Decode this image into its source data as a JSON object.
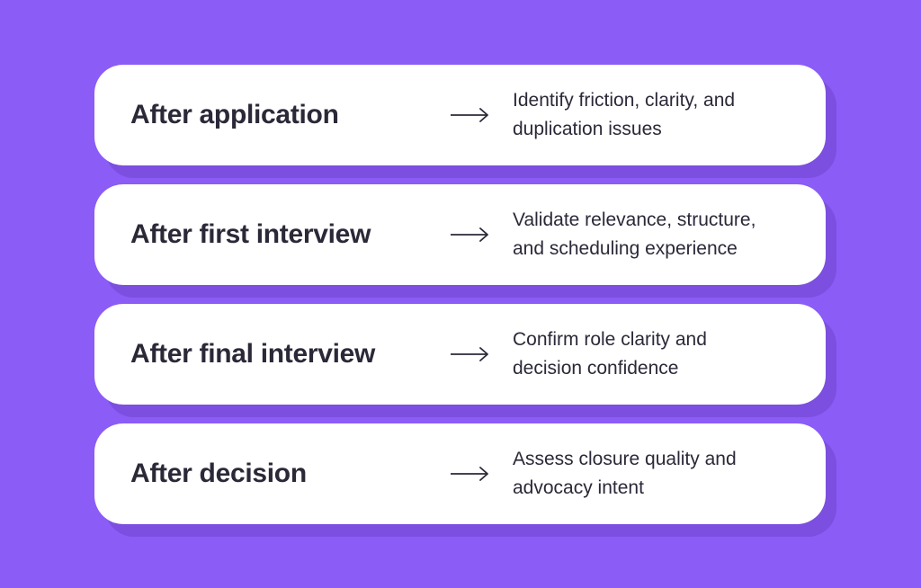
{
  "theme": {
    "background_color": "#8B5CF6",
    "card_color": "#FFFFFF",
    "shadow_color": "#7C4FE0",
    "text_color": "#2B2938"
  },
  "cards": [
    {
      "title": "After application",
      "arrow_icon": "long-right-arrow",
      "desc_line1": "Identify friction, clarity, and",
      "desc_line2": "duplication issues"
    },
    {
      "title": "After first interview",
      "arrow_icon": "long-right-arrow",
      "desc_line1": "Validate relevance, structure,",
      "desc_line2": "and scheduling experience"
    },
    {
      "title": "After final interview",
      "arrow_icon": "long-right-arrow",
      "desc_line1": "Confirm role clarity and",
      "desc_line2": "decision confidence"
    },
    {
      "title": "After decision",
      "arrow_icon": "long-right-arrow",
      "desc_line1": "Assess closure quality and",
      "desc_line2": "advocacy intent"
    }
  ]
}
